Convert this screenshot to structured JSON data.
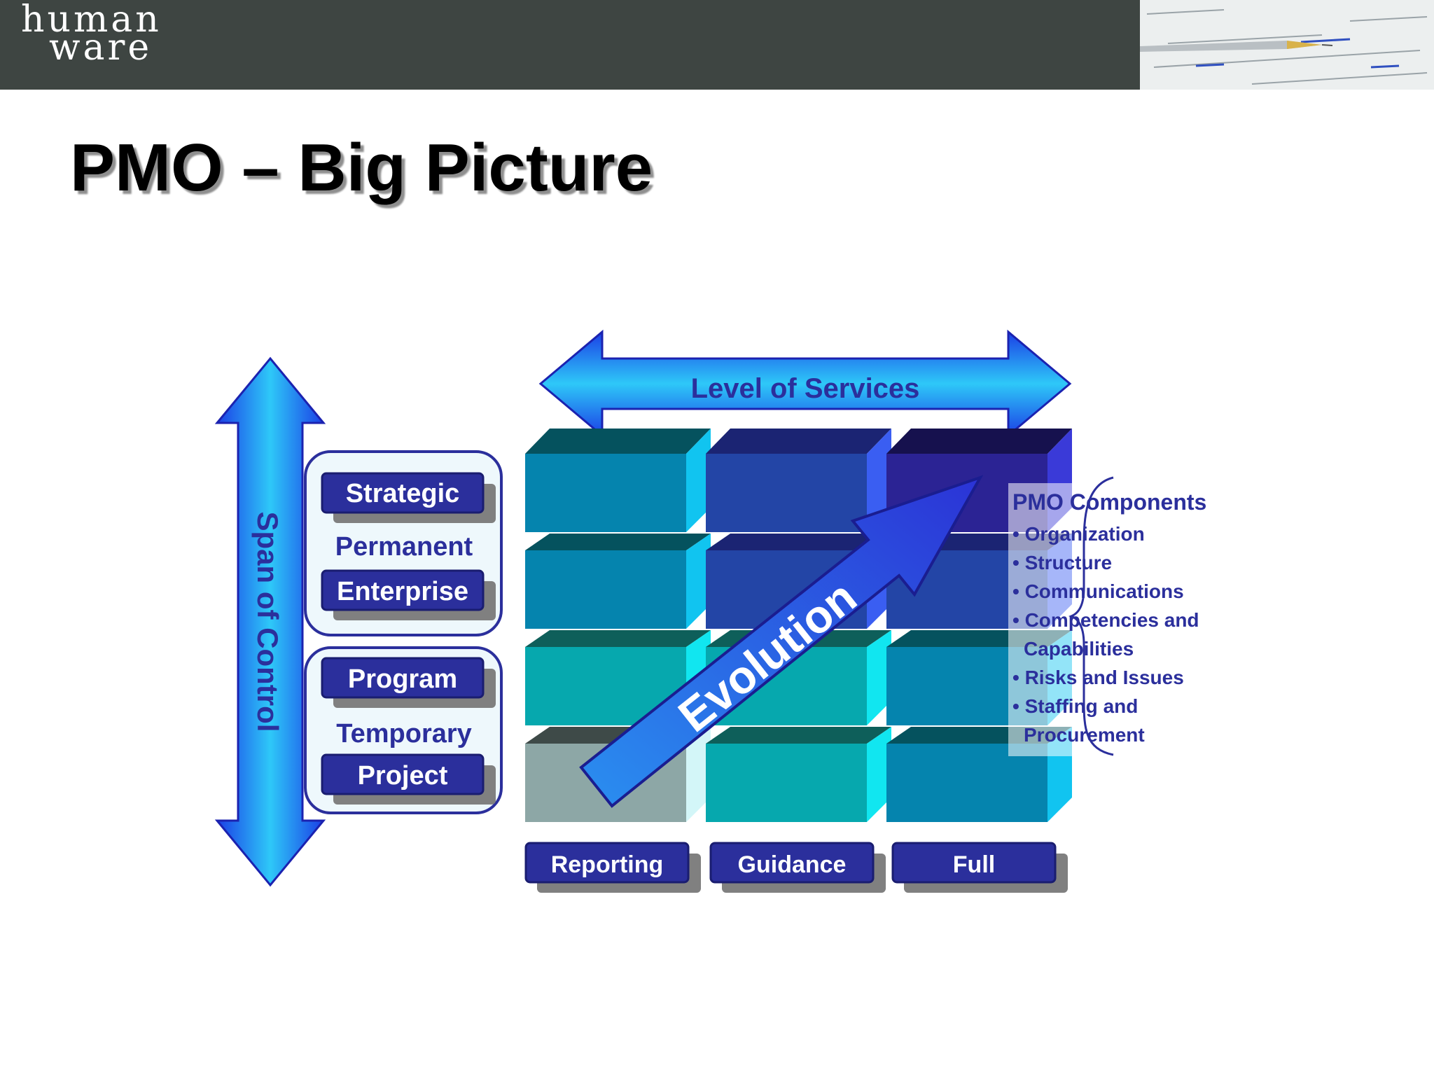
{
  "branding": {
    "logo_line1": "human",
    "logo_line2": "ware"
  },
  "slide": {
    "title": "PMO – Big Picture"
  },
  "diagram": {
    "level_of_services": "Level of Services",
    "span_of_control": "Span of Control",
    "evolution": "Evolution",
    "permanent_group": {
      "label": "Permanent",
      "top": "Strategic",
      "bottom": "Enterprise"
    },
    "temporary_group": {
      "label": "Temporary",
      "top": "Program",
      "bottom": "Project"
    },
    "service_levels": [
      "Reporting",
      "Guidance",
      "Full"
    ],
    "components": {
      "heading": "PMO Components",
      "lines": [
        "• Organization",
        "• Structure",
        "• Communications",
        "• Competencies and",
        "Capabilities",
        "• Risks and Issues",
        "• Staffing and",
        "Procurement"
      ]
    }
  },
  "colors": {
    "header_bg": "#3e4542",
    "accent_blue": "#2b2f9c",
    "arrow_blue": "#2aa6f5"
  }
}
